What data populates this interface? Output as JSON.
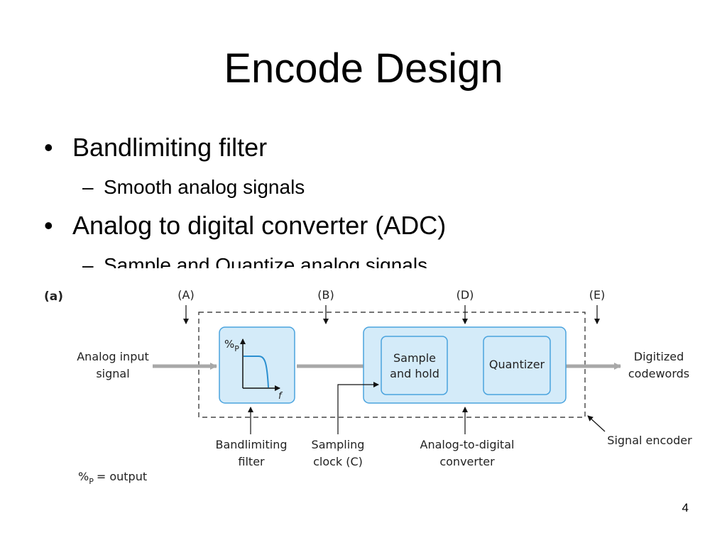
{
  "slide": {
    "title": "Encode Design",
    "page_number": "4"
  },
  "bullets": [
    {
      "text": "Bandlimiting filter",
      "sub": [
        "Smooth analog signals"
      ]
    },
    {
      "text": "Analog to digital converter (ADC)",
      "sub": [
        "Sample and Quantize analog signals"
      ]
    }
  ],
  "bullet_symbol": "•",
  "sub_bullet_symbol": "–",
  "diagram": {
    "panel_label": "(a)",
    "markers": {
      "a": "(A)",
      "b": "(B)",
      "d": "(D)",
      "e": "(E)"
    },
    "input_label": [
      "Analog input",
      "signal"
    ],
    "output_label": [
      "Digitized",
      "codewords"
    ],
    "filter_plot": {
      "y_label": "%",
      "y_sub": "P",
      "x_label": "f"
    },
    "sample_hold": [
      "Sample",
      "and hold"
    ],
    "quantizer": "Quantizer",
    "bandlimiting_filter": [
      "Bandlimiting",
      "filter"
    ],
    "sampling_clock": [
      "Sampling",
      "clock (C)"
    ],
    "adc_label": [
      "Analog-to-digital",
      "converter"
    ],
    "signal_encoder": "Signal encoder",
    "footnote": {
      "symbol": "%",
      "sub": "P",
      "text": "= output"
    },
    "colors": {
      "box_fill": "#d4ebf9",
      "box_stroke": "#4aa3de",
      "arrow": "#a8a8a8",
      "curve": "#2a8fd0"
    }
  }
}
